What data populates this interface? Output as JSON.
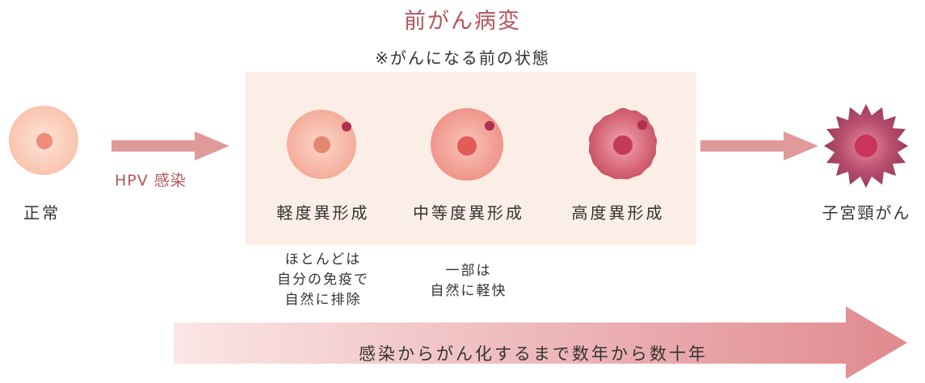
{
  "title": "前がん病変",
  "subtitle": "※がんになる前の状態",
  "stages": {
    "normal": "正常",
    "mild": "軽度異形成",
    "moderate": "中等度異形成",
    "severe": "高度異形成",
    "cancer": "子宮頸がん"
  },
  "hpv_label": "HPV 感染",
  "notes": {
    "mild": [
      "ほとんどは",
      "自分の免疫で",
      "自然に排除"
    ],
    "moderate": [
      "一部は",
      "自然に軽快"
    ]
  },
  "timeline_label": "感染からがん化するまで数年から数十年",
  "colors": {
    "accent": "#b5555b",
    "box_bg": "#fbeee6",
    "arrow": "#e09a9a"
  },
  "icons": [
    "cell-normal-icon",
    "cell-mild-icon",
    "cell-moderate-icon",
    "cell-severe-icon",
    "cell-cancer-icon",
    "arrow-right-icon"
  ]
}
